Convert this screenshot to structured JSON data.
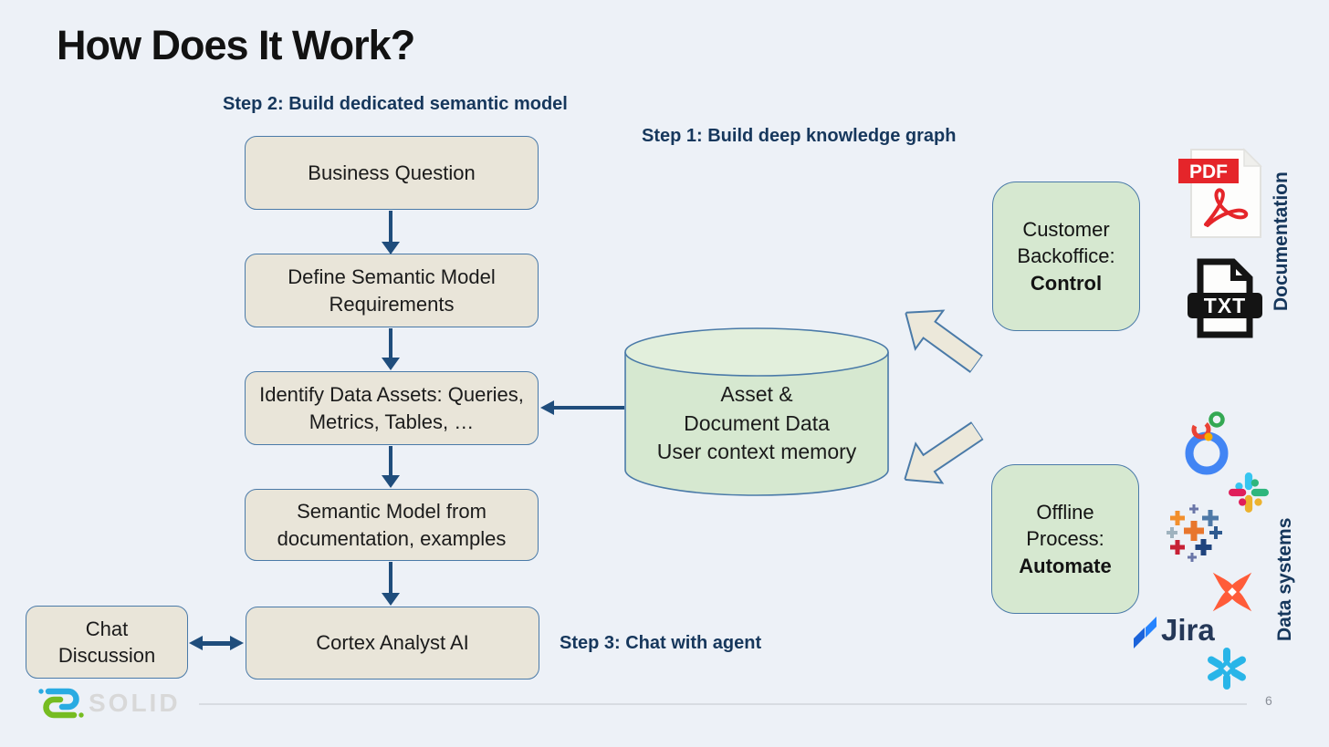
{
  "title": "How Does It Work?",
  "steps": {
    "step1": "Step 1: Build deep knowledge graph",
    "step2": "Step 2: Build dedicated semantic model",
    "step3": "Step 3: Chat with agent"
  },
  "flow": {
    "box1": "Business Question",
    "box2": "Define Semantic Model Requirements",
    "box3": "Identify Data Assets: Queries, Metrics, Tables, …",
    "box4": "Semantic Model from documentation, examples",
    "box5": "Cortex Analyst AI",
    "chat": "Chat Discussion"
  },
  "cylinder": {
    "line1": "Asset &",
    "line2": "Document Data",
    "line3": "User context memory"
  },
  "sources": {
    "customer": {
      "line1": "Customer",
      "line2": "Backoffice:",
      "emphasis": "Control"
    },
    "offline": {
      "line1": "Offline",
      "line2": "Process:",
      "emphasis": "Automate"
    }
  },
  "side_labels": {
    "documentation": "Documentation",
    "data_systems": "Data systems"
  },
  "icons": {
    "pdf_label": "PDF",
    "txt_label": "TXT",
    "jira_label": "Jira",
    "documentation_icons": [
      "pdf-file-icon",
      "txt-file-icon"
    ],
    "data_system_icons": [
      "looker-icon",
      "slack-icon",
      "tableau-icon",
      "dbt-icon",
      "jira-icon",
      "snowflake-icon"
    ]
  },
  "footer": {
    "logo_text": "SOLID",
    "page_number": "6"
  },
  "colors": {
    "background": "#edf1f7",
    "flow_box_fill": "#e9e5d9",
    "box_border": "#4a7aa8",
    "green_fill": "#d6e8d0",
    "green_top": "#e2efdc",
    "arrow_navy": "#1f4d7c",
    "step_label_navy": "#16375c",
    "block_arrow_fill": "#ece8da",
    "pdf_red": "#e5252a",
    "snowflake_blue": "#29b5e8",
    "dbt_orange": "#ff5c39",
    "jira_blue": "#2684ff",
    "looker_blue": "#4285f4",
    "logo_blue": "#29abe2",
    "logo_green": "#76bc21"
  }
}
